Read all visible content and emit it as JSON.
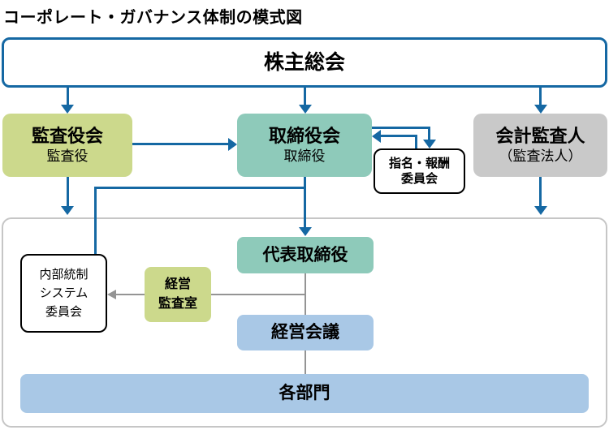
{
  "title": "コーポレート・ガバナンス体制の模式図",
  "colors": {
    "accent_blue": "#1568a3",
    "yellow_green": "#ccd98c",
    "teal": "#8ecaba",
    "gray_box": "#c9c9c9",
    "light_blue": "#a9c8e6",
    "line_gray": "#949494",
    "container_border": "#c6c6c6"
  },
  "nodes": {
    "shareholders_meeting": {
      "label": "株主総会"
    },
    "audit_and_supervisory_board": {
      "label": "監査役会",
      "sublabel": "監査役"
    },
    "board_of_directors": {
      "label": "取締役会",
      "sublabel": "取締役"
    },
    "accounting_auditor": {
      "label": "会計監査人",
      "sublabel": "（監査法人）"
    },
    "nomination_compensation_committee": {
      "line1": "指名・報酬",
      "line2": "委員会"
    },
    "representative_director": {
      "label": "代表取締役"
    },
    "internal_control_system_committee": {
      "line1": "内部統制",
      "line2": "システム",
      "line3": "委員会"
    },
    "management_audit_office": {
      "line1": "経営",
      "line2": "監査室"
    },
    "management_council": {
      "label": "経営会議"
    },
    "departments": {
      "label": "各部門"
    }
  }
}
